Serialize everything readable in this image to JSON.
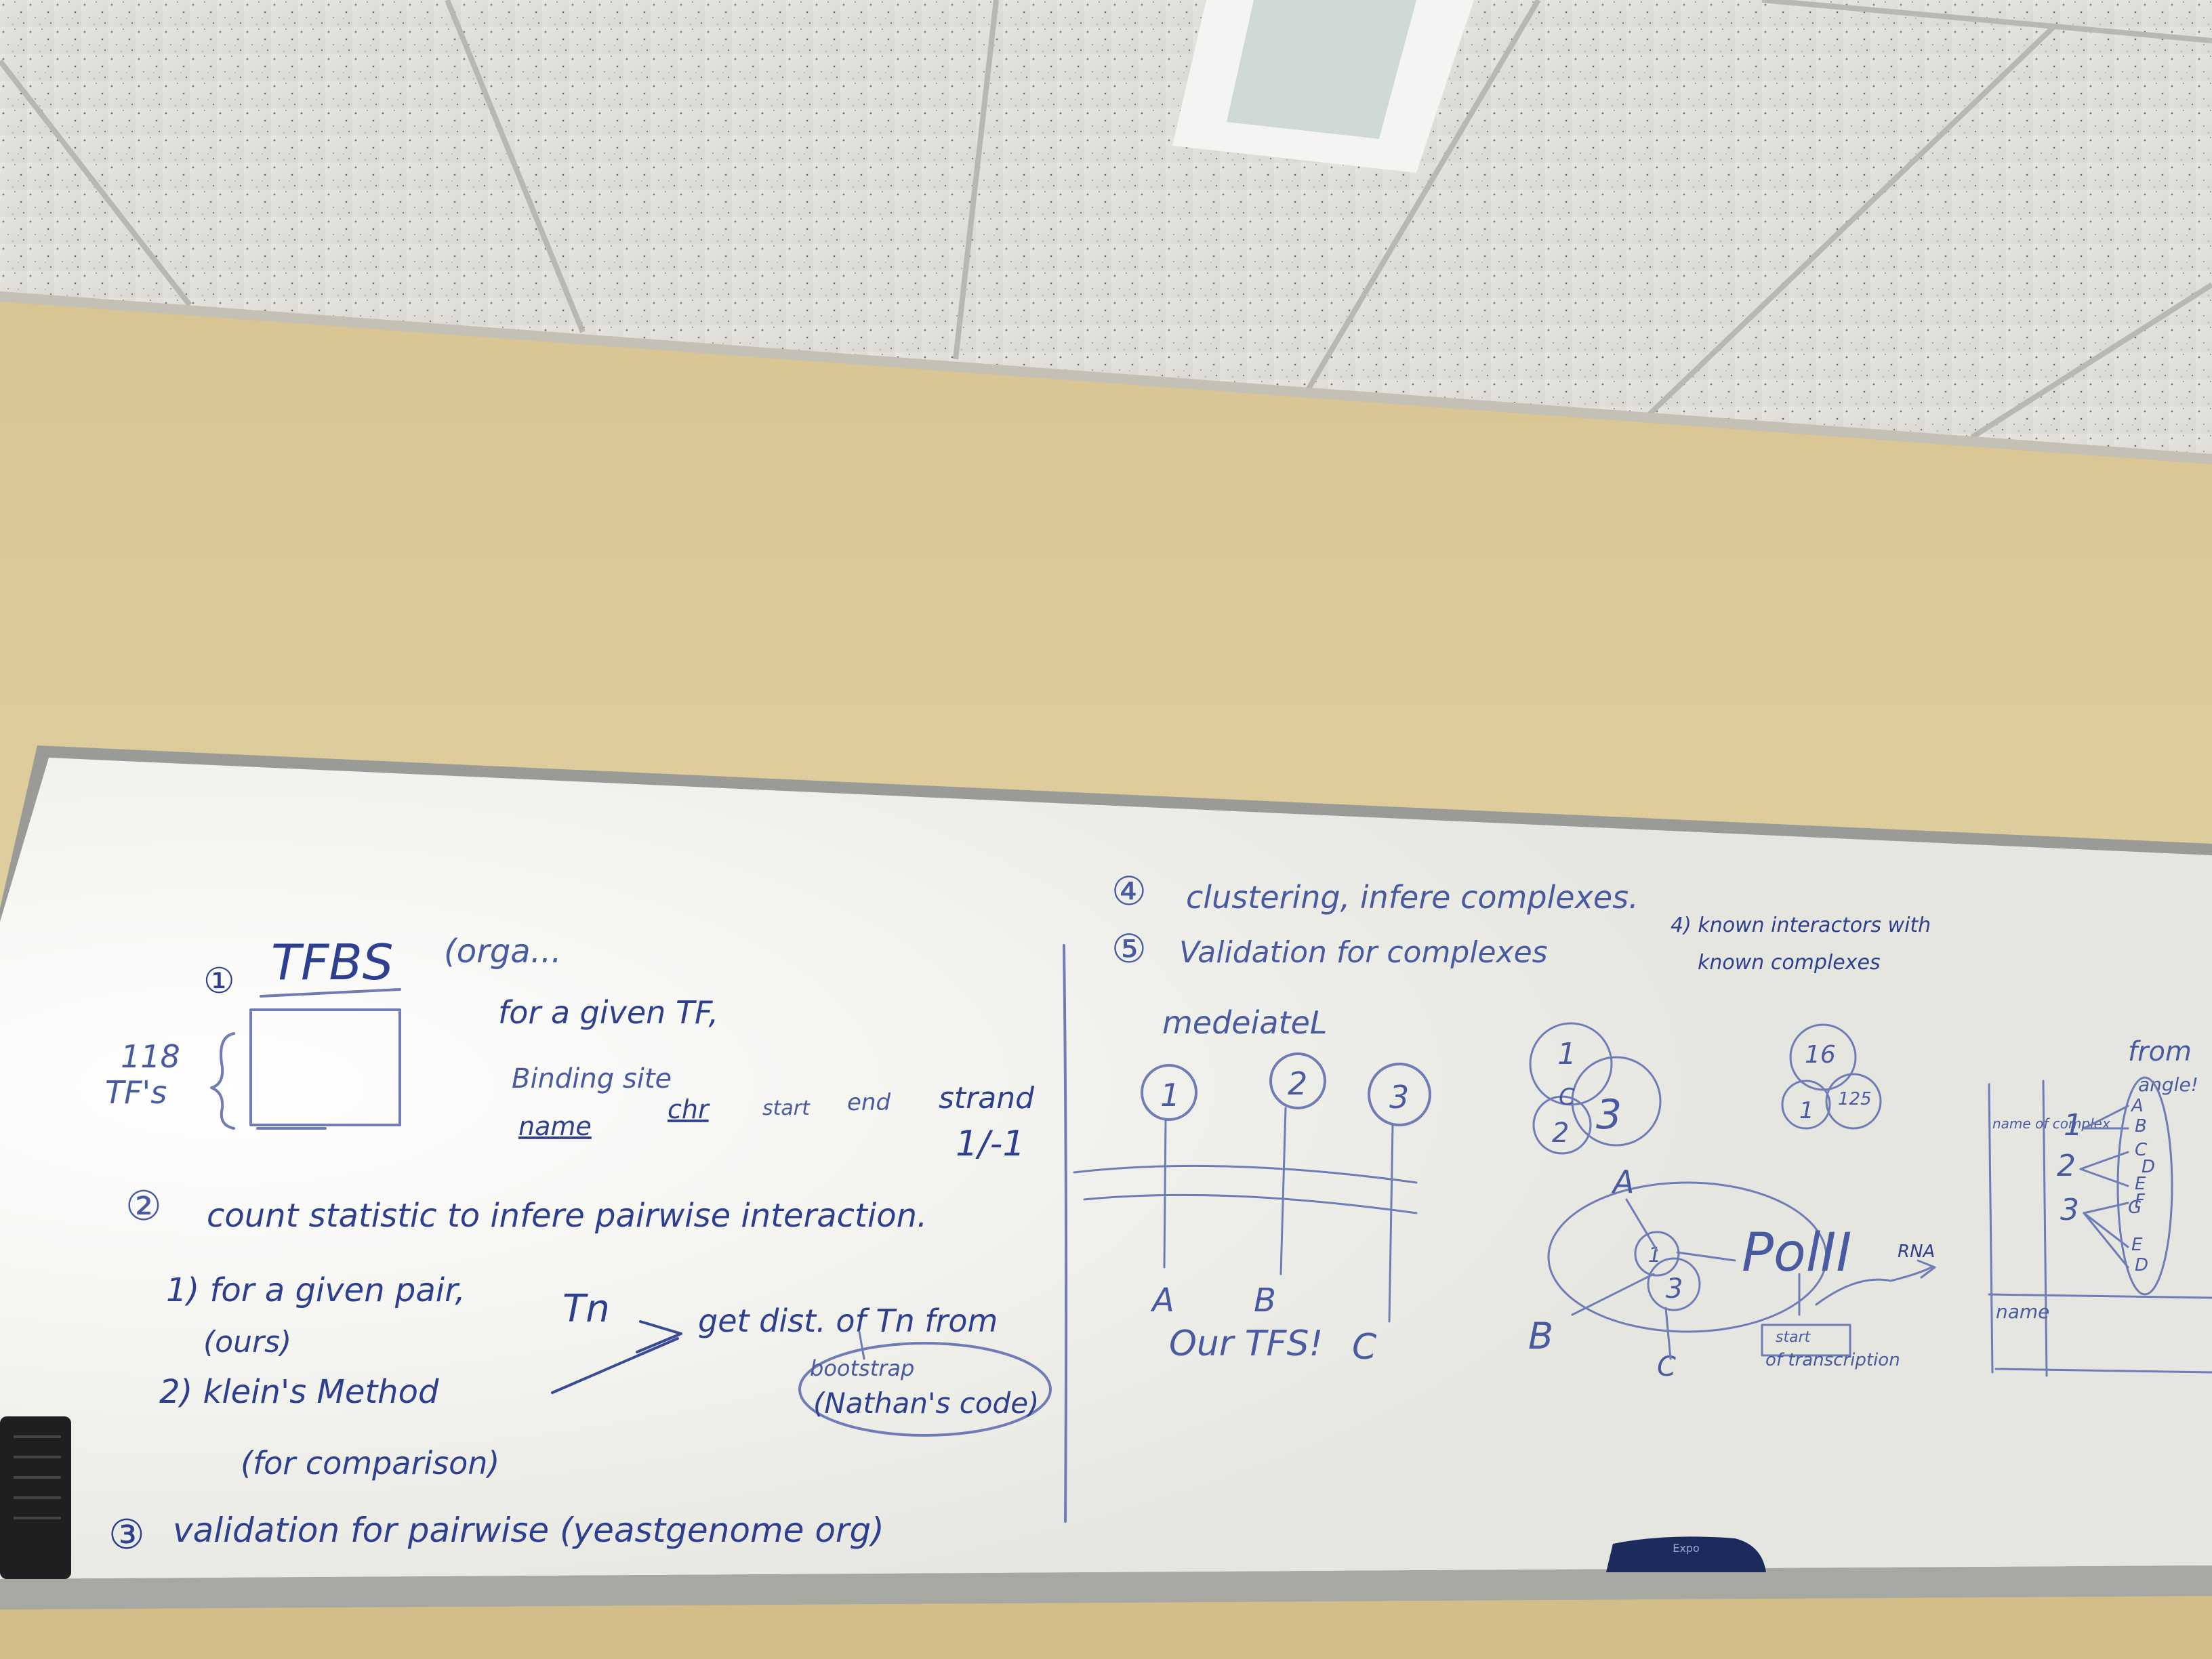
{
  "whiteboard": {
    "left": {
      "item1_num": "①",
      "item1_title": "TFBS",
      "item1_note": "(orga...",
      "tf_count": "118",
      "tf_label": "TF's",
      "for_given_tf": "for a given TF,",
      "binding_site": "Binding site",
      "col_name": "name",
      "col_chr": "chr",
      "col_start": "start",
      "col_end": "end",
      "col_strand": "strand",
      "strand_vals": "1/-1",
      "item2_num": "②",
      "item2_text": "count statistic to infere pairwise interaction.",
      "sub1": "1) for a given pair,",
      "sub1_note": "(ours)",
      "tn": "Tn",
      "get_dist": "get dist. of Tn from",
      "bootstrap": "bootstrap",
      "nathan": "(Nathan's code)",
      "sub2": "2) klein's Method",
      "sub2_note": "(for comparison)",
      "item3_num": "③",
      "item3_text": "validation for pairwise (yeastgenome org)"
    },
    "middle": {
      "item4_num": "④",
      "item4_text": "clustering, infere complexes.",
      "item5_num": "⑤",
      "item5_text": "Validation for complexes",
      "mediator": "medeiateL",
      "circle1": "1",
      "circle2": "2",
      "circle3": "3",
      "label_a": "A",
      "label_b": "B",
      "label_c": "C",
      "our_tfs": "Our TFS!"
    },
    "right": {
      "known_line1": "4) known interactors with",
      "known_line2": "known complexes",
      "venn1": "1",
      "venn2": "2",
      "venn3": "3",
      "venn_c": "C",
      "venn2_16": "16",
      "venn2_1": "1",
      "venn2_125": "125",
      "pol": "PolII",
      "rna": "RNA",
      "start_tx_1": "start",
      "start_tx_2": "of transcription",
      "dA": "A",
      "dB": "B",
      "dC": "C",
      "d1": "1",
      "d3": "3",
      "from": "from",
      "angle": "angle!",
      "name_col": "name of complex",
      "name2": "name",
      "list1": "1",
      "list2": "2",
      "list3": "3",
      "letters": [
        "A",
        "B",
        "C",
        "D",
        "E",
        "G",
        "F",
        "E",
        "D"
      ]
    }
  },
  "eraser_brand": "Expo"
}
